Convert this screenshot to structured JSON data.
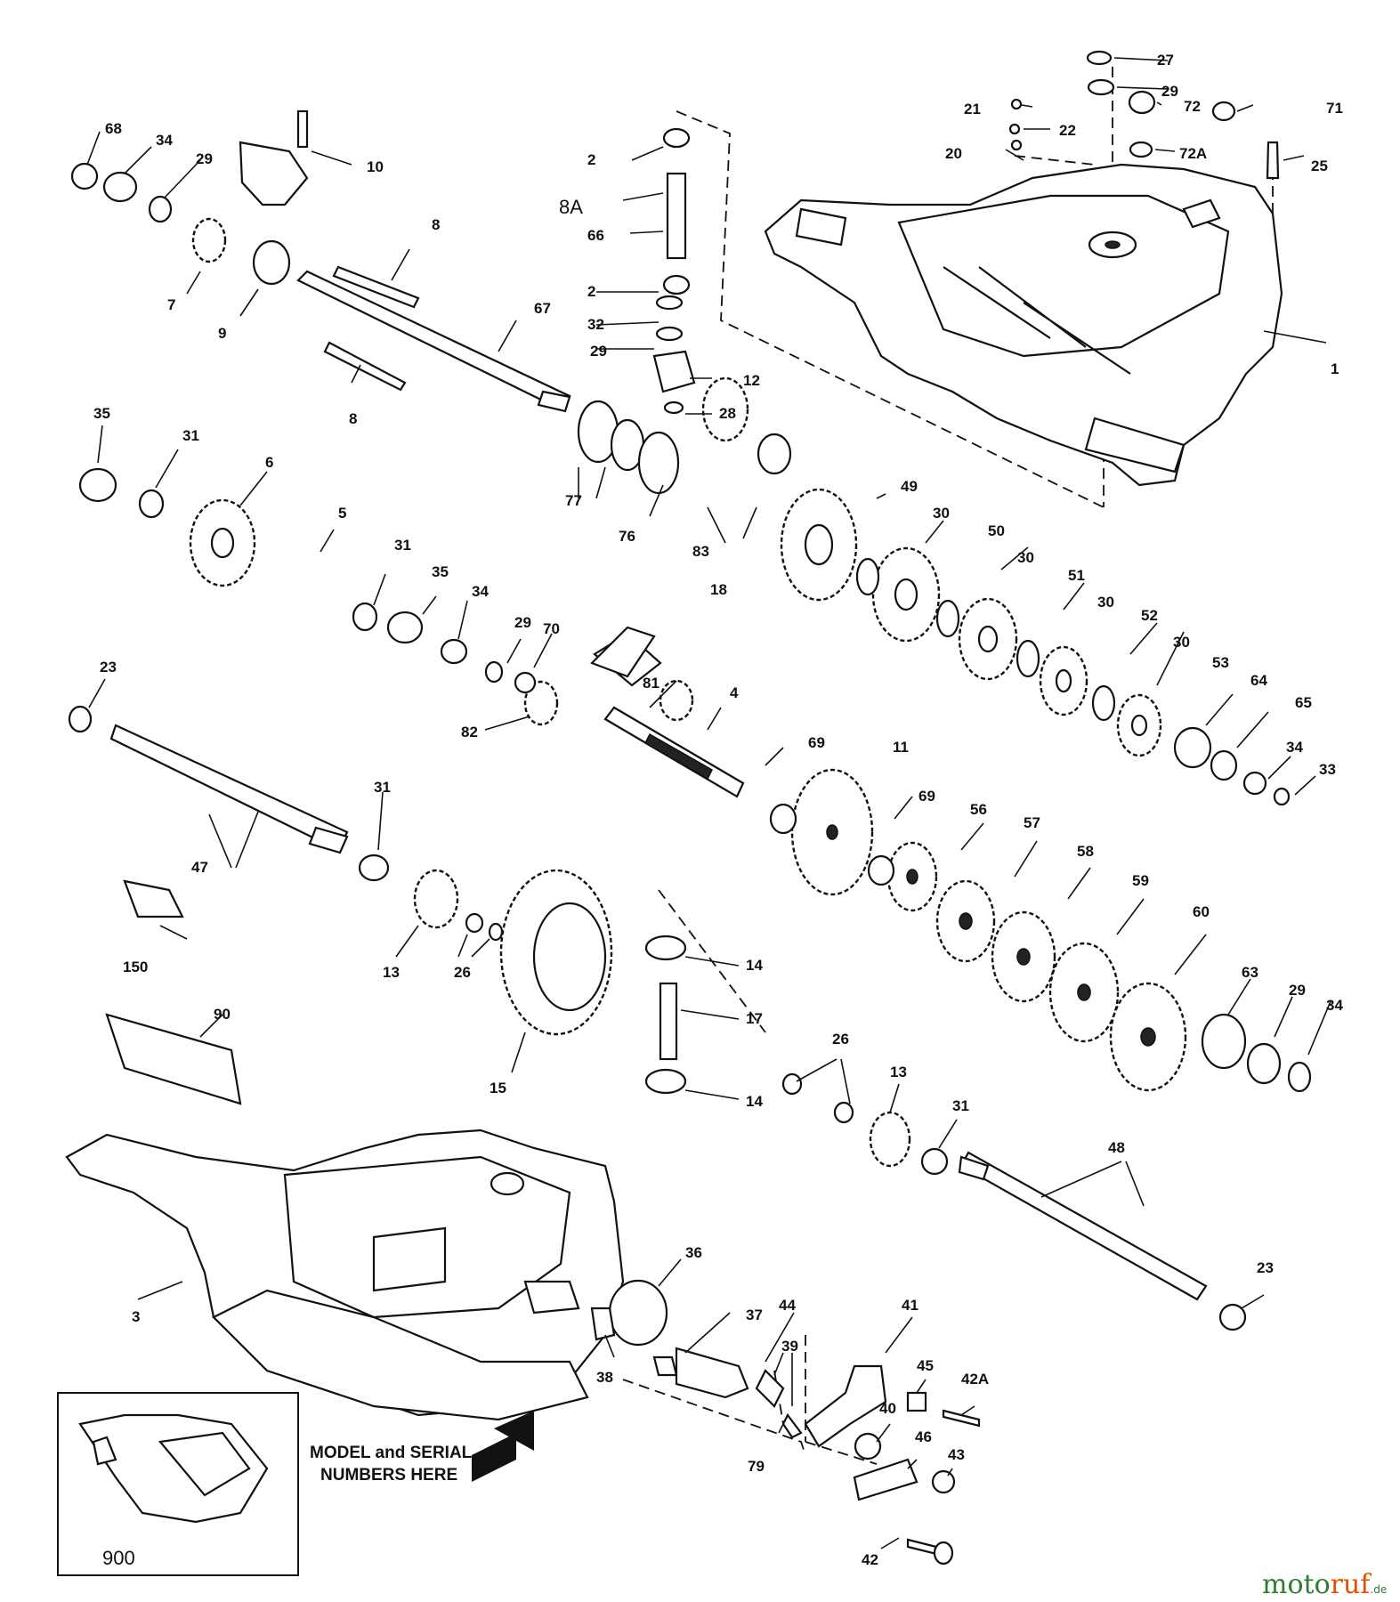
{
  "callouts": {
    "c1": "1",
    "c2a": "2",
    "c2b": "2",
    "c3": "3",
    "c4": "4",
    "c5": "5",
    "c6": "6",
    "c7": "7",
    "c8a": "8",
    "c8b": "8",
    "c8A": "8A",
    "c9": "9",
    "c10": "10",
    "c11": "11",
    "c12": "12",
    "c13a": "13",
    "c13b": "13",
    "c14a": "14",
    "c14b": "14",
    "c15": "15",
    "c17": "17",
    "c18": "18",
    "c20": "20",
    "c21": "21",
    "c22": "22",
    "c23a": "23",
    "c23b": "23",
    "c25": "25",
    "c26a": "26",
    "c26b": "26",
    "c27": "27",
    "c28": "28",
    "c29a": "29",
    "c29b": "29",
    "c29c": "29",
    "c29d": "29",
    "c29e": "29",
    "c30a": "30",
    "c30b": "30",
    "c30c": "30",
    "c30d": "30",
    "c31a": "31",
    "c31b": "31",
    "c31c": "31",
    "c31d": "31",
    "c32": "32",
    "c33": "33",
    "c34a": "34",
    "c34b": "34",
    "c34c": "34",
    "c34d": "34",
    "c35a": "35",
    "c35b": "35",
    "c36": "36",
    "c37": "37",
    "c38": "38",
    "c39": "39",
    "c40": "40",
    "c41": "41",
    "c42": "42",
    "c42A": "42A",
    "c43": "43",
    "c44": "44",
    "c45": "45",
    "c46": "46",
    "c47": "47",
    "c48": "48",
    "c49": "49",
    "c50": "50",
    "c51": "51",
    "c52": "52",
    "c53": "53",
    "c56": "56",
    "c57": "57",
    "c58": "58",
    "c59": "59",
    "c60": "60",
    "c63": "63",
    "c64": "64",
    "c65": "65",
    "c66": "66",
    "c67": "67",
    "c68": "68",
    "c69a": "69",
    "c69b": "69",
    "c70": "70",
    "c71": "71",
    "c72": "72",
    "c72A": "72A",
    "c76": "76",
    "c77": "77",
    "c79": "79",
    "c81": "81",
    "c82": "82",
    "c83": "83",
    "c90": "90",
    "c150": "150",
    "c900": "900"
  },
  "serial_note": {
    "line1": "MODEL and SERIAL",
    "line2": "NUMBERS HERE"
  },
  "watermark": {
    "part1": "moto",
    "part2": "ruf",
    "suffix": ".de"
  },
  "colors": {
    "ink": "#111111",
    "paper": "#ffffff",
    "watermark_green": "#2e7d32",
    "watermark_orange": "#e65100"
  }
}
